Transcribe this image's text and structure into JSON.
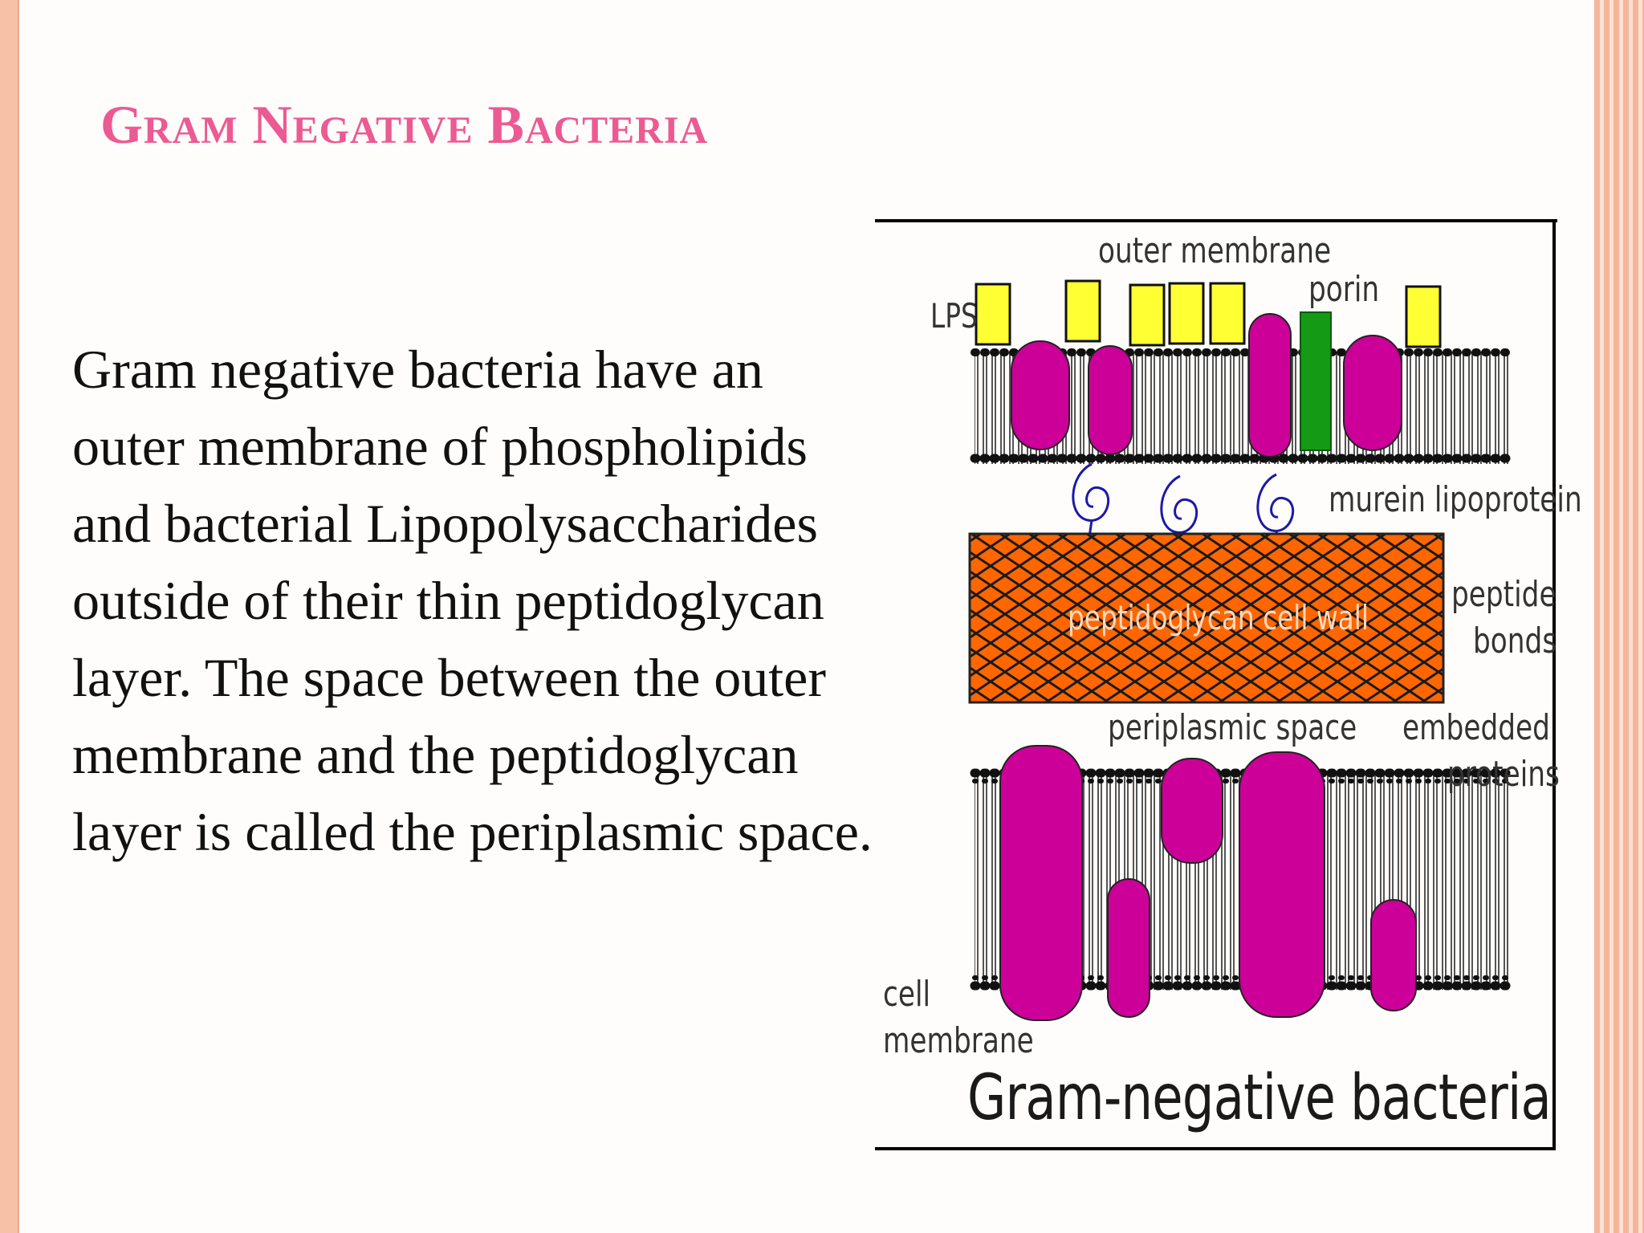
{
  "slide": {
    "title": "Gram Negative Bacteria",
    "body": "Gram negative bacteria have an outer membrane of phospholipids and bacterial Lipopolysaccharides outside of their thin peptidoglycan layer. The space between the outer membrane and the peptidoglycan layer is called the periplasmic space."
  },
  "figure": {
    "labels": {
      "outer_membrane": "outer membrane",
      "porin": "porin",
      "lps": "LPS",
      "murein_lipoprotein": "murein lipoprotein",
      "peptidoglycan_cell_wall": "peptidoglycan cell wall",
      "peptide": "peptide",
      "bonds": "bonds",
      "periplasmic_space": "periplasmic space",
      "embedded": "embedded",
      "proteins": "proteins",
      "cell": "cell",
      "membrane": "membrane"
    },
    "caption": "Gram-negative bacteria",
    "colors": {
      "lps": "#ffff33",
      "protein": "#cc0099",
      "porin": "#149a14",
      "peptidoglycan": "#ff6600",
      "lipoprotein": "#1a1aaa",
      "accent_title": "#ec5a93"
    }
  }
}
